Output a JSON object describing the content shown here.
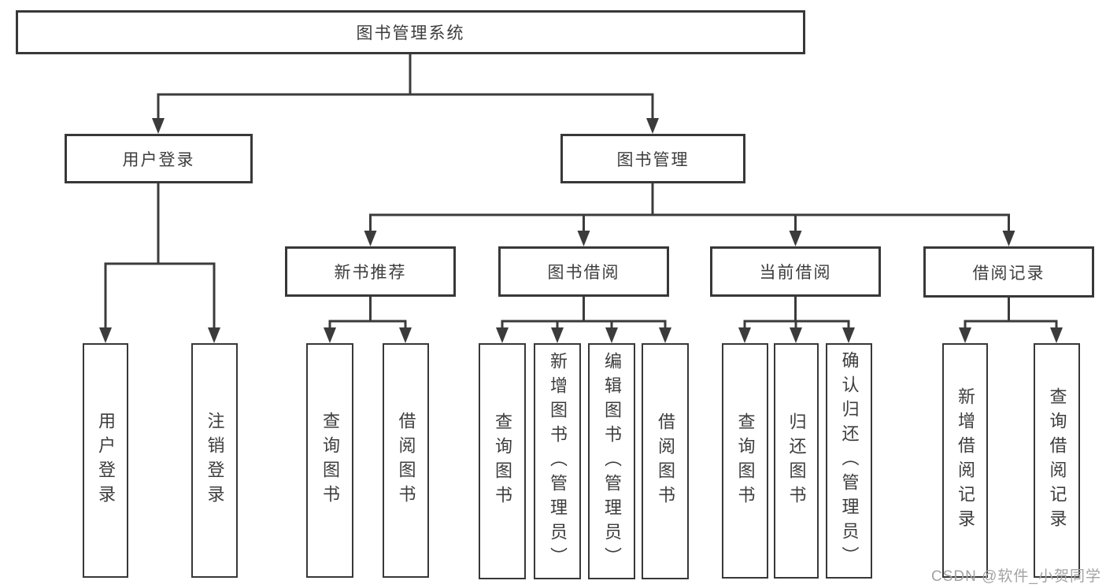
{
  "diagram": {
    "title": "图书管理系统",
    "branches": [
      {
        "label": "用户登录",
        "children": [
          {
            "label": "用户登录"
          },
          {
            "label": "注销登录"
          }
        ]
      },
      {
        "label": "图书管理",
        "children": [
          {
            "label": "新书推荐",
            "children": [
              {
                "label": "查询图书"
              },
              {
                "label": "借阅图书"
              }
            ]
          },
          {
            "label": "图书借阅",
            "children": [
              {
                "label": "查询图书"
              },
              {
                "label": "新增图书（管理员）"
              },
              {
                "label": "编辑图书（管理员）"
              },
              {
                "label": "借阅图书"
              }
            ]
          },
          {
            "label": "当前借阅",
            "children": [
              {
                "label": "查询图书"
              },
              {
                "label": "归还图书"
              },
              {
                "label": "确认归还（管理员）"
              }
            ]
          },
          {
            "label": "借阅记录",
            "children": [
              {
                "label": "新增借阅记录"
              },
              {
                "label": "查询借阅记录"
              }
            ]
          }
        ]
      }
    ]
  },
  "watermark": {
    "text": "CSDN @软件_小贺同学"
  },
  "colors": {
    "line": "#3b3b3b",
    "border": "#383838",
    "text": "#3d3d3d",
    "watermark": "#a3a3a3",
    "background": "#ffffff"
  }
}
